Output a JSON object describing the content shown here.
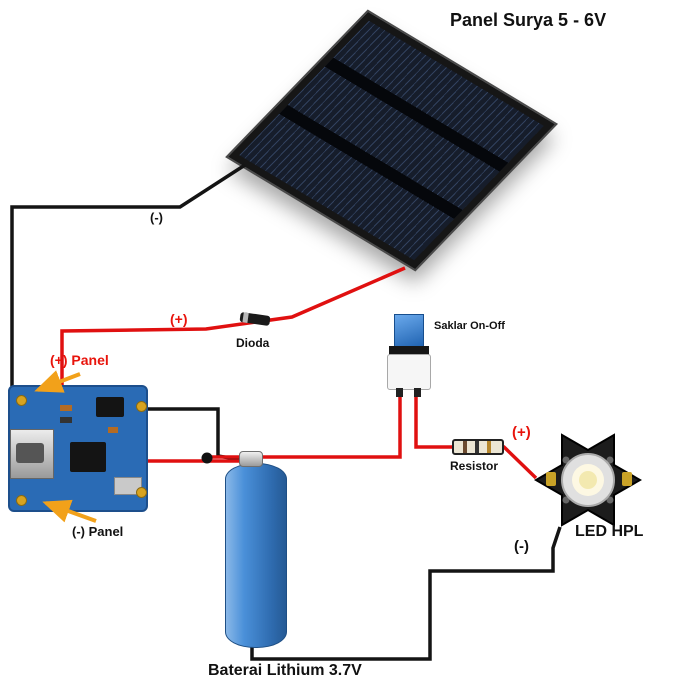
{
  "title": "Panel Surya 5 - 6V",
  "labels": {
    "panel_negative": "(-)",
    "panel_positive": "(+)",
    "diode": "Dioda",
    "module_positive": "(+) Panel",
    "module_negative": "(-) Panel",
    "switch": "Saklar On-Off",
    "resistor": "Resistor",
    "led_positive": "(+)",
    "led_name": "LED HPL",
    "led_negative": "(-)",
    "battery": "Baterai Lithium 3.7V"
  },
  "colors": {
    "positive_wire": "#e01010",
    "negative_wire": "#141414",
    "module_pcb": "#2a6bb5",
    "battery_body": "#4a90d9",
    "annotation_arrow": "#f2a11a",
    "solar_cell": "#161d2b",
    "switch_cap": "#2f7fd6"
  }
}
